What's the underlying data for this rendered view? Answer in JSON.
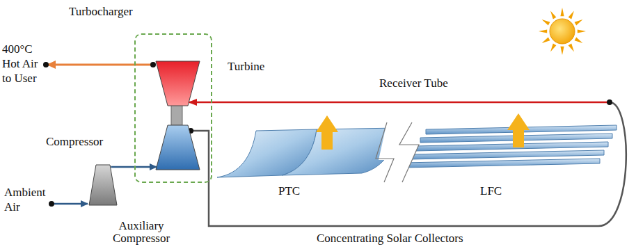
{
  "diagram": {
    "nodes": [
      {
        "text": [
          "Turbocharger"
        ]
      },
      {
        "text": [
          "Turbine"
        ],
        "in": 0
      },
      {
        "text": [
          "Compressor"
        ],
        "in": 0
      },
      {
        "text": [
          "Auxiliary Compressor"
        ]
      }
    ],
    "edges": [
      {
        "from": 3,
        "to": 2,
        "arrow": "to"
      },
      {
        "from": 2,
        "to": 1,
        "arrow": "to",
        "label": "Receiver Tube"
      }
    ],
    "labels": [
      "400°C Hot Air to User",
      "Ambient Air",
      "PTC",
      "LFC",
      "Concentrating Solar Collectors"
    ]
  }
}
